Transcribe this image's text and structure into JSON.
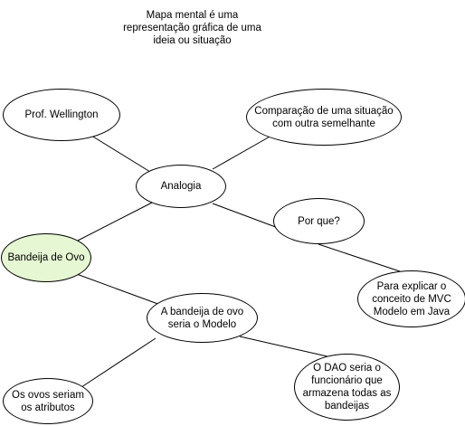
{
  "note": "Mapa mental é uma\nrepresentação gráfica de uma\nideia ou situação",
  "nodes": {
    "prof": "Prof. Wellington",
    "comparacao": "Comparação de uma situação\ncom outra semelhante",
    "analogia": "Analogia",
    "porque": "Por que?",
    "bandeija": "Bandeija de Ovo",
    "explicar": "Para explicar o\nconceito de MVC\nModelo em Java",
    "modelo": "A bandeija de ovo\nseria o Modelo",
    "dao": "O DAO seria o\nfuncionário que\narmazena todas as\nbandeijas",
    "ovos": "Os ovos seriam\nos atributos"
  },
  "colors": {
    "central_fill": "#e6f7d3",
    "stroke": "#000000"
  }
}
